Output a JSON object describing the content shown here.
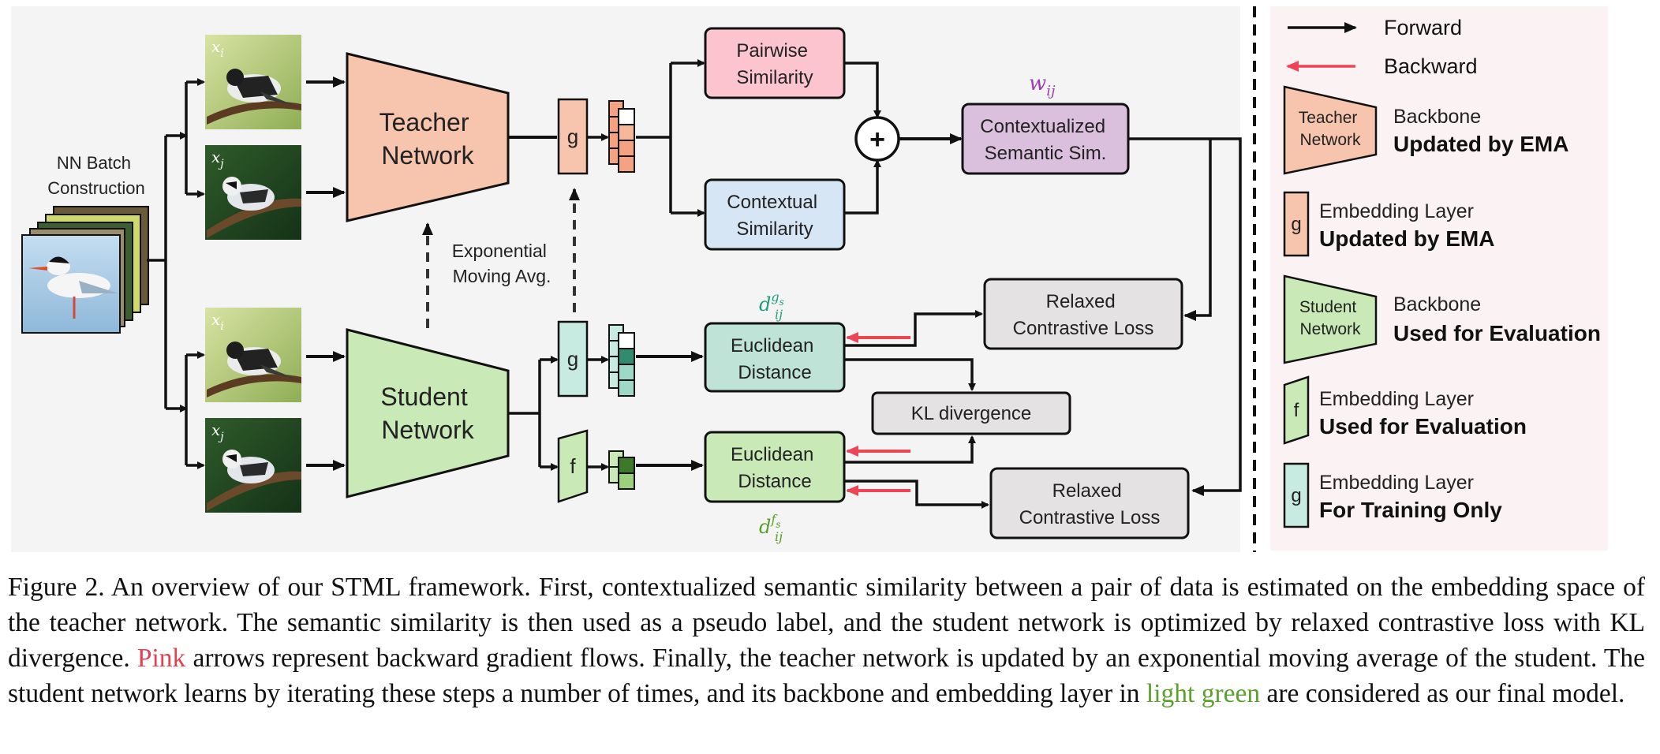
{
  "diagram": {
    "batch_label_line1": "NN Batch",
    "batch_label_line2": "Construction",
    "sample_xi": "x",
    "sample_xi_sub": "i",
    "sample_xj": "x",
    "sample_xj_sub": "j",
    "teacher_line1": "Teacher",
    "teacher_line2": "Network",
    "student_line1": "Student",
    "student_line2": "Network",
    "g_label": "g",
    "f_label": "f",
    "ema_line1": "Exponential",
    "ema_line2": "Moving Avg.",
    "pairwise_line1": "Pairwise",
    "pairwise_line2": "Similarity",
    "contextual_line1": "Contextual",
    "contextual_line2": "Similarity",
    "plus": "+",
    "wij": "w",
    "wij_sub": "ij",
    "css_line1": "Contextualized",
    "css_line2": "Semantic Sim.",
    "dgs": "d",
    "dgs_sup": "g",
    "dgs_supsub": "s",
    "dgs_sub": "ij",
    "dfs": "d",
    "dfs_sup": "f",
    "dfs_supsub": "s",
    "dfs_sub": "ij",
    "euclid_line1": "Euclidean",
    "euclid_line2": "Distance",
    "relaxed_line1": "Relaxed",
    "relaxed_line2": "Contrastive Loss",
    "kl": "KL divergence",
    "colors": {
      "teacher": "#f7c4ad",
      "student": "#c9eab7",
      "pairwise": "#fbc4cf",
      "contextual": "#d6e6f5",
      "css": "#dbc0de",
      "euclid_top": "#bfe3d6",
      "euclid_bottom": "#c9eab7",
      "loss": "#e4e2e3",
      "g_student": "#c8ebe1",
      "backward": "#ef4356",
      "wij_text": "#9b3fb0",
      "dgs_text": "#1e9e79",
      "dfs_text": "#58a02c",
      "panel_bg": "#f4f4f4",
      "legend_bg": "#fbf3f3"
    }
  },
  "legend": {
    "forward": "Forward",
    "backward": "Backward",
    "teacher_icon_line1": "Teacher",
    "teacher_icon_line2": "Network",
    "teacher_title": "Backbone",
    "teacher_desc": "Updated by EMA",
    "g_teacher_icon": "g",
    "g_teacher_title": "Embedding Layer",
    "g_teacher_desc": "Updated by EMA",
    "student_icon_line1": "Student",
    "student_icon_line2": "Network",
    "student_title": "Backbone",
    "student_desc": "Used for Evaluation",
    "f_icon": "f",
    "f_title": "Embedding Layer",
    "f_desc": "Used for Evaluation",
    "g_student_icon": "g",
    "g_student_title": "Embedding Layer",
    "g_student_desc": "For Training Only"
  },
  "caption": {
    "part1": "Figure 2.  An overview of our STML framework.  First, contextualized semantic similarity between a pair of data is estimated on the embedding space of the teacher network. The semantic similarity is then used as a pseudo label, and the student network is optimized by relaxed contrastive loss with KL divergence. ",
    "pink": "Pink",
    "part2": " arrows represent backward gradient flows. Finally, the teacher network is updated by an exponential moving average of the student.  The student network learns by iterating these steps a number of times, and its backbone and embedding layer in ",
    "lgreen": "light green",
    "part3": " are considered as our final model."
  }
}
